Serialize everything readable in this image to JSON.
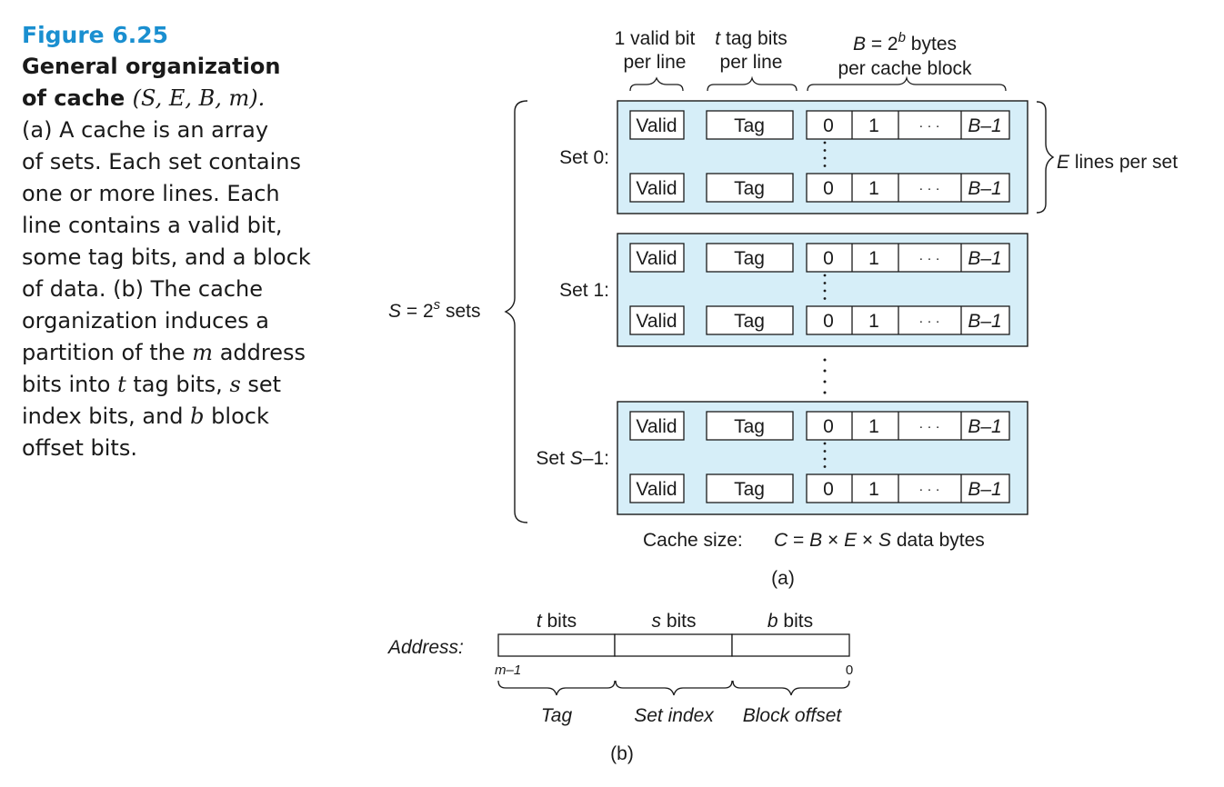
{
  "caption": {
    "figure_number": "Figure 6.25",
    "title_line1": "General organization",
    "title_line2_word": "of cache",
    "title_params": "(S, E, B, m).",
    "body_line1": "(a) A cache is an array",
    "body_line2": "of sets. Each set contains",
    "body_line3": "one or more lines. Each",
    "body_line4": "line contains a valid bit,",
    "body_line5": "some tag bits, and a block",
    "body_line6": "of data. (b) The cache",
    "body_line7": "organization induces a",
    "body_line8_pre": "partition of the",
    "body_line8_var": "m",
    "body_line8_post": "address",
    "body_line9_pre": "bits into",
    "body_line9_var1": "t",
    "body_line9_mid": "tag bits,",
    "body_line9_var2": "s",
    "body_line9_post": "set",
    "body_line10_pre": "index bits, and",
    "body_line10_var": "b",
    "body_line10_post": "block",
    "body_line11": "offset bits."
  },
  "diagram_a": {
    "header_valid_line1": "1 valid bit",
    "header_valid_line2": "per line",
    "header_tag_var": "t",
    "header_tag_line1": "tag bits",
    "header_tag_line2": "per line",
    "header_block_var": "B",
    "header_block_eq": " = 2",
    "header_block_exp": "b",
    "header_block_unit": " bytes",
    "header_block_line2": "per cache block",
    "valid_label": "Valid",
    "tag_label": "Tag",
    "byte0": "0",
    "byte1": "1",
    "byte_dots": "· · ·",
    "byte_last": "B–1",
    "sets": [
      {
        "label": "Set 0:"
      },
      {
        "label": "Set 1:"
      },
      {
        "label_pre": "Set ",
        "label_var": "S",
        "label_post": "–1:"
      }
    ],
    "e_lines_var": "E",
    "e_lines_text": " lines per set",
    "s_sets_var": "S",
    "s_sets_eq": " = 2",
    "s_sets_exp": "s",
    "s_sets_text": " sets",
    "size_label": "Cache size:",
    "size_formula_C": "C",
    "size_formula_eq": " = ",
    "size_formula_B": "B",
    "size_formula_x1": " × ",
    "size_formula_E": "E",
    "size_formula_x2": " × ",
    "size_formula_S": "S",
    "size_formula_tail": " data bytes",
    "sublabel": "(a)"
  },
  "diagram_b": {
    "address_label": "Address:",
    "t_var": "t",
    "t_unit": " bits",
    "s_var": "s",
    "s_unit": " bits",
    "b_var": "b",
    "b_unit": " bits",
    "msb_label": "m–1",
    "lsb_label": "0",
    "field_tag": "Tag",
    "field_set": "Set index",
    "field_offset": "Block offset",
    "sublabel": "(b)"
  },
  "colors": {
    "set_fill": "#d6eef8",
    "accent": "#1a8fd0"
  }
}
